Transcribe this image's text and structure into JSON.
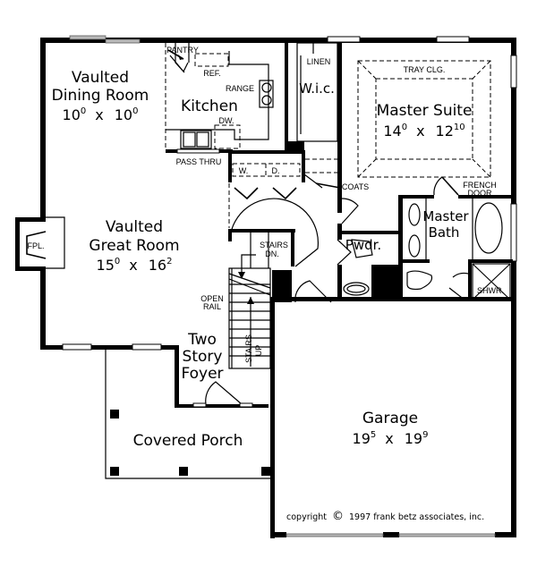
{
  "plan": {
    "rooms": {
      "dining": {
        "line1": "Vaulted",
        "line2": "Dining Room",
        "w": "10",
        "w_in": "0",
        "x": "x",
        "h": "10",
        "h_in": "0"
      },
      "kitchen": {
        "name": "Kitchen"
      },
      "great_room": {
        "line1": "Vaulted",
        "line2": "Great Room",
        "w": "15",
        "w_in": "0",
        "x": "x",
        "h": "16",
        "h_in": "2"
      },
      "wic": {
        "name": "W.i.c."
      },
      "master_suite": {
        "name": "Master Suite",
        "w": "14",
        "w_in": "0",
        "x": "x",
        "h": "12",
        "h_in": "10"
      },
      "master_bath": {
        "line1": "Master",
        "line2": "Bath"
      },
      "powder": {
        "name": "Pwdr."
      },
      "foyer": {
        "line1": "Two",
        "line2": "Story",
        "line3": "Foyer"
      },
      "porch": {
        "name": "Covered Porch"
      },
      "garage": {
        "name": "Garage",
        "w": "19",
        "w_in": "5",
        "x": "x",
        "h": "19",
        "h_in": "9"
      }
    },
    "labels": {
      "pantry": "PANTRY",
      "ref": "REF.",
      "range": "RANGE",
      "dw": "DW.",
      "pass_thru": "PASS THRU",
      "linen": "LINEN",
      "tray_clg": "TRAY CLG.",
      "french_door_1": "FRENCH",
      "french_door_2": "DOOR",
      "coats": "COATS",
      "washer": "W.",
      "dryer": "D.",
      "fireplace": "FPL.",
      "stairs_dn_1": "STAIRS",
      "stairs_dn_2": "DN.",
      "open_rail_1": "OPEN",
      "open_rail_2": "RAIL",
      "stairs_up_1": "STAIRS",
      "stairs_up_2": "UP",
      "shower": "SHWR."
    },
    "copyright": {
      "prefix": "copyright",
      "symbol": "©",
      "text": "1997 frank betz associates, inc."
    }
  }
}
